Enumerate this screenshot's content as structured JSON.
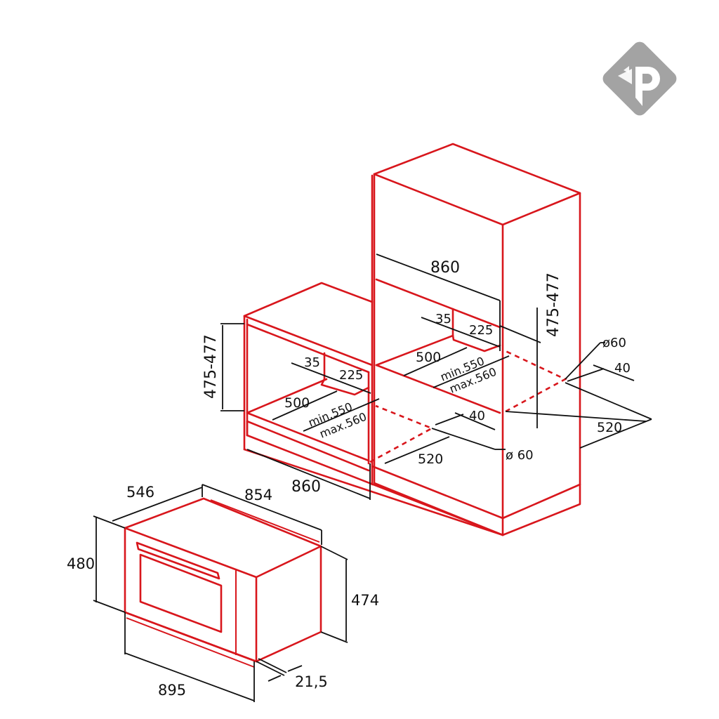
{
  "logo": {
    "icon": "brand-p-diamond-icon",
    "color": "#a0a0a0"
  },
  "colors": {
    "outline": "#d8161c",
    "dimension": "#111111",
    "background": "#ffffff"
  },
  "upper_installation": {
    "niche_width": "860",
    "niche_height": "475-477",
    "vent_height": "35",
    "vent_width": "225",
    "depth_inner": "500",
    "depth_min": "min.550",
    "depth_max": "max.560",
    "hole_diameter": "ø60",
    "hole_offset": "40",
    "hole_depth": "520"
  },
  "lower_installation": {
    "niche_width": "860",
    "niche_height": "475-477",
    "vent_height": "35",
    "vent_width": "225",
    "depth_inner": "500",
    "depth_min": "min.550",
    "depth_max": "max.560",
    "hole_diameter": "ø 60",
    "hole_offset": "40",
    "hole_depth": "520"
  },
  "appliance": {
    "depth": "546",
    "width_body": "854",
    "height_front": "480",
    "height_body": "474",
    "width_front": "895",
    "front_thickness": "21,5"
  }
}
